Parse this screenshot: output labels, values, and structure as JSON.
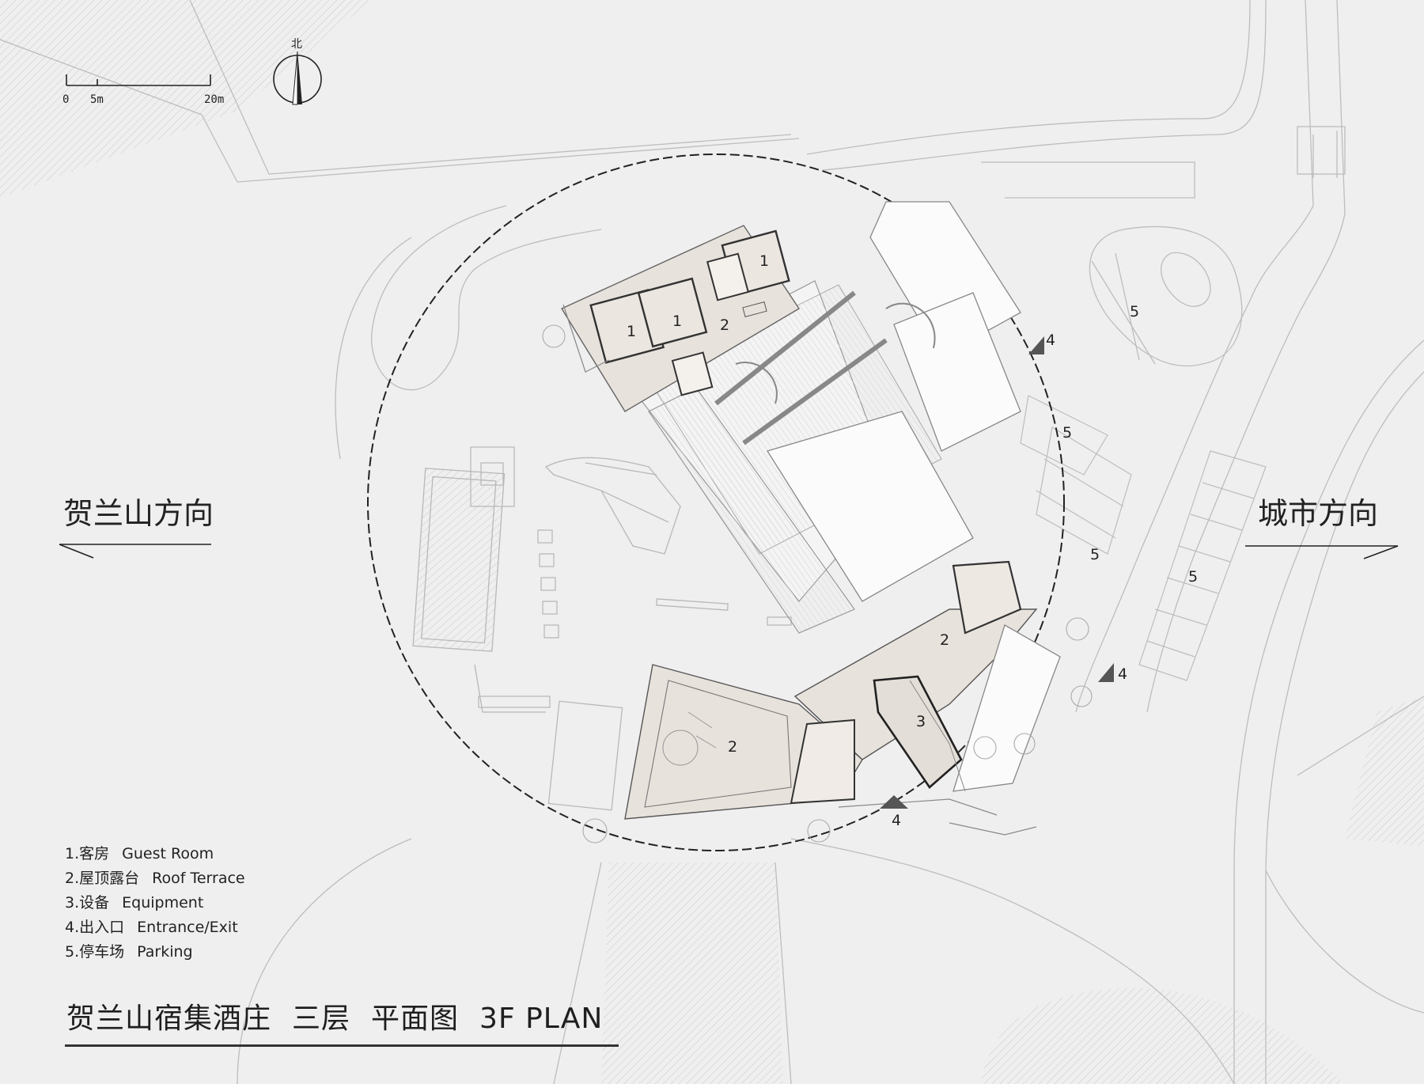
{
  "compass": {
    "label": "北"
  },
  "scale_bar": {
    "ticks": [
      "0",
      "5m",
      "20m"
    ]
  },
  "directions": {
    "left": "贺兰山方向",
    "right": "城市方向"
  },
  "room_labels": {
    "guest_room": "1",
    "roof_terrace": "2",
    "equipment": "3",
    "entrance": "4",
    "parking": "5"
  },
  "legend": [
    {
      "cn": "1.客房",
      "en": "Guest Room"
    },
    {
      "cn": "2.屋顶露台",
      "en": "Roof Terrace"
    },
    {
      "cn": "3.设备",
      "en": "Equipment"
    },
    {
      "cn": "4.出入口",
      "en": "Entrance/Exit"
    },
    {
      "cn": "5.停车场",
      "en": "Parking"
    }
  ],
  "title": {
    "project": "贺兰山宿集酒庄",
    "floor": "三层",
    "type": "平面图",
    "en": "3F PLAN"
  },
  "colors": {
    "background": "#efefef",
    "building_fill": "#e8e2dc",
    "roof_white": "#fafafa",
    "line": "#333333",
    "light_line": "#b8b8b8"
  }
}
